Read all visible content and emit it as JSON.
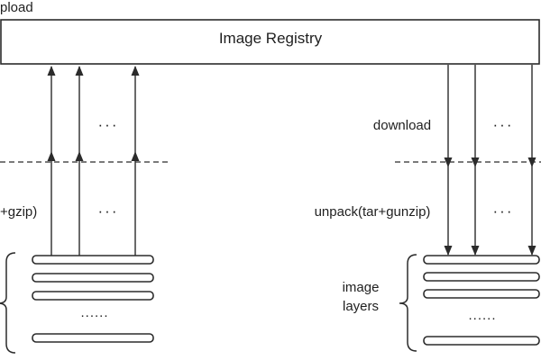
{
  "title": "Image Registry",
  "left": {
    "upload_label": "pload",
    "upload_ellipsis": "···",
    "pack_label": "+gzip)",
    "pack_ellipsis": "···",
    "stack_dots": "......"
  },
  "right": {
    "download_label": "download",
    "download_ellipsis": "···",
    "unpack_label": "unpack(tar+gunzip)",
    "unpack_ellipsis": "···",
    "layers_label_line1": "image",
    "layers_label_line2": "layers",
    "stack_dots": "......"
  },
  "colors": {
    "line": "#2b2b2b",
    "background": "#ffffff"
  }
}
